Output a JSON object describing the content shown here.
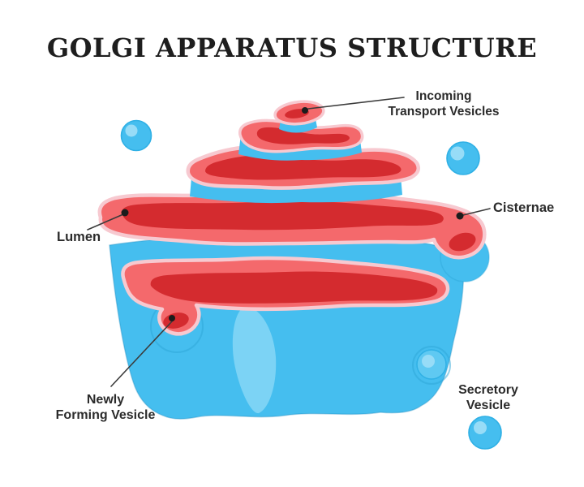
{
  "title": "GOLGI APPARATUS STRUCTURE",
  "labels": {
    "incoming": {
      "line1": "Incoming",
      "line2": "Transport Vesicles"
    },
    "cisternae": {
      "line1": "Cisternae"
    },
    "lumen": {
      "line1": "Lumen"
    },
    "newly_forming": {
      "line1": "Newly",
      "line2": "Forming Vesicle"
    },
    "secretory": {
      "line1": "Secretory",
      "line2": "Vesicle"
    }
  },
  "colors": {
    "background": "#ffffff",
    "title": "#1e1e1e",
    "label": "#2b2b2b",
    "membrane": "#f4696c",
    "lumen_red": "#d42b2f",
    "rim": "#f7c9d0",
    "body_blue": "#45beef",
    "body_highlight": "#7cd3f5",
    "budding_vesicle": "#5fc9f2",
    "vesicle_edge": "#2fb0e5",
    "vesicle_highlight": "#97dcf7",
    "ring_outline": "#2ea6d8",
    "leader": "#3b3b3b",
    "dot": "#1c1c1c"
  }
}
